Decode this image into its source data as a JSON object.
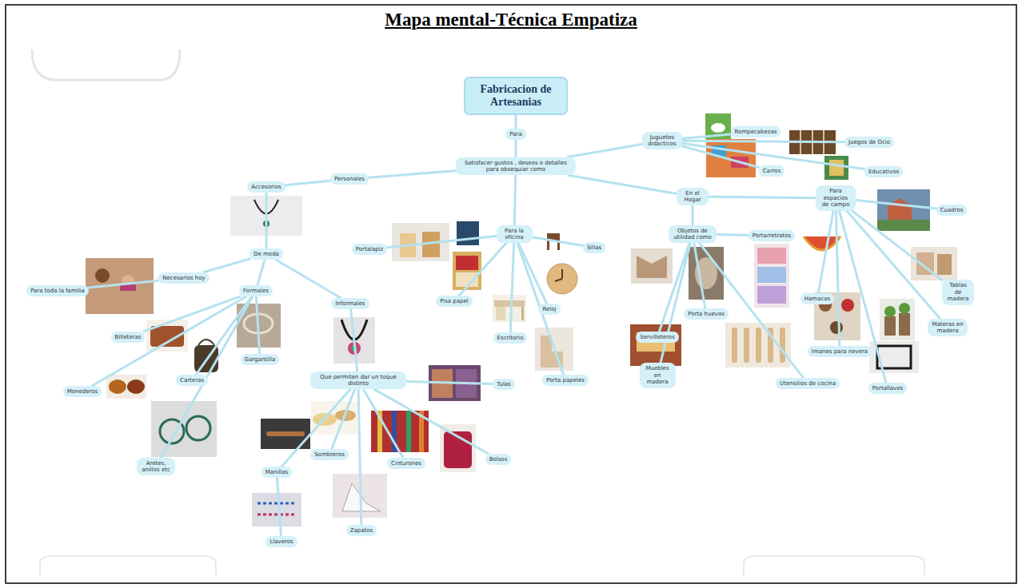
{
  "diagram": {
    "title": "Mapa mental-Técnica Empatiza",
    "nodes": [
      {
        "text": [
          "Fabricacion de Artesanias"
        ]
      },
      {
        "text": [
          "Para"
        ]
      },
      {
        "text": [
          "Satisfacer gustos , deseos o detalles para obsequiar como"
        ]
      },
      {
        "text": [
          "Personales"
        ]
      },
      {
        "text": [
          "Accesorios"
        ]
      },
      {
        "text": [
          "De moda"
        ]
      },
      {
        "text": [
          "Necesarios hoy"
        ]
      },
      {
        "text": [
          "Para toda la familia"
        ]
      },
      {
        "text": [
          "Formales"
        ]
      },
      {
        "text": [
          "Billeteras"
        ]
      },
      {
        "text": [
          "Carteras"
        ]
      },
      {
        "text": [
          "Monederos"
        ]
      },
      {
        "text": [
          "Gargantilla"
        ]
      },
      {
        "text": [
          "Aretes, anillos etc"
        ]
      },
      {
        "text": [
          "Informales"
        ]
      },
      {
        "text": [
          "Que permiten dar un toque distinto"
        ]
      },
      {
        "text": [
          "Tulas"
        ]
      },
      {
        "text": [
          "Bolsos"
        ]
      },
      {
        "text": [
          "Cinturones"
        ]
      },
      {
        "text": [
          "Sombreros"
        ]
      },
      {
        "text": [
          "Manillas"
        ]
      },
      {
        "text": [
          "Llaveros"
        ]
      },
      {
        "text": [
          "Zapatos"
        ]
      },
      {
        "text": [
          "Para la oficina"
        ]
      },
      {
        "text": [
          "Portalapiz"
        ]
      },
      {
        "text": [
          "Pisa papel"
        ]
      },
      {
        "text": [
          "Sillas"
        ]
      },
      {
        "text": [
          "Reloj"
        ]
      },
      {
        "text": [
          "Escritorio"
        ]
      },
      {
        "text": [
          "Porta papeles"
        ]
      },
      {
        "text": [
          "Juguetes didacticos"
        ]
      },
      {
        "text": [
          "Rompecabezas"
        ]
      },
      {
        "text": [
          "Juegos de Ocio"
        ]
      },
      {
        "text": [
          "Carros"
        ]
      },
      {
        "text": [
          "Educativos"
        ]
      },
      {
        "text": [
          "En el Hogar"
        ]
      },
      {
        "text": [
          "Objetos de utilidad como"
        ]
      },
      {
        "text": [
          "Portarretratos"
        ]
      },
      {
        "text": [
          "Servilleteros"
        ]
      },
      {
        "text": [
          "Porta huevos"
        ]
      },
      {
        "text": [
          "Muebles en madera"
        ]
      },
      {
        "text": [
          "Utensilios de cocina"
        ]
      },
      {
        "text": [
          "Para espacios de campo"
        ]
      },
      {
        "text": [
          "Cuadros"
        ]
      },
      {
        "text": [
          "Hamacas"
        ]
      },
      {
        "text": [
          "Tablas de madera"
        ]
      },
      {
        "text": [
          "Imanes para nevera"
        ]
      },
      {
        "text": [
          "Materas en madera"
        ]
      },
      {
        "text": [
          "Portallaves"
        ]
      }
    ],
    "edges": [
      {
        "from": 0,
        "to": 1,
        "arrow": "none"
      },
      {
        "from": 1,
        "to": 2,
        "arrow": "none"
      },
      {
        "from": 2,
        "to": 3,
        "arrow": "none"
      },
      {
        "from": 3,
        "to": 4,
        "arrow": "none"
      },
      {
        "from": 4,
        "to": 5,
        "arrow": "none"
      },
      {
        "from": 5,
        "to": 6,
        "arrow": "none"
      },
      {
        "from": 6,
        "to": 7,
        "arrow": "none"
      },
      {
        "from": 5,
        "to": 8,
        "arrow": "none"
      },
      {
        "from": 8,
        "to": 9,
        "arrow": "none"
      },
      {
        "from": 8,
        "to": 10,
        "arrow": "none"
      },
      {
        "from": 8,
        "to": 11,
        "arrow": "none"
      },
      {
        "from": 8,
        "to": 12,
        "arrow": "none"
      },
      {
        "from": 8,
        "to": 13,
        "arrow": "none"
      },
      {
        "from": 5,
        "to": 14,
        "arrow": "none"
      },
      {
        "from": 14,
        "to": 15,
        "arrow": "none"
      },
      {
        "from": 15,
        "to": 16,
        "arrow": "none"
      },
      {
        "from": 15,
        "to": 17,
        "arrow": "none"
      },
      {
        "from": 15,
        "to": 18,
        "arrow": "none"
      },
      {
        "from": 15,
        "to": 19,
        "arrow": "none"
      },
      {
        "from": 15,
        "to": 20,
        "arrow": "none"
      },
      {
        "from": 20,
        "to": 21,
        "arrow": "none"
      },
      {
        "from": 15,
        "to": 22,
        "arrow": "none"
      },
      {
        "from": 2,
        "to": 23,
        "arrow": "none"
      },
      {
        "from": 23,
        "to": 24,
        "arrow": "none"
      },
      {
        "from": 23,
        "to": 25,
        "arrow": "none"
      },
      {
        "from": 23,
        "to": 26,
        "arrow": "none"
      },
      {
        "from": 23,
        "to": 27,
        "arrow": "none"
      },
      {
        "from": 23,
        "to": 28,
        "arrow": "none"
      },
      {
        "from": 23,
        "to": 29,
        "arrow": "none"
      },
      {
        "from": 2,
        "to": 30,
        "arrow": "none"
      },
      {
        "from": 30,
        "to": 31,
        "arrow": "none"
      },
      {
        "from": 30,
        "to": 32,
        "arrow": "none"
      },
      {
        "from": 30,
        "to": 33,
        "arrow": "none"
      },
      {
        "from": 30,
        "to": 34,
        "arrow": "none"
      },
      {
        "from": 2,
        "to": 35,
        "arrow": "none"
      },
      {
        "from": 35,
        "to": 36,
        "arrow": "none"
      },
      {
        "from": 36,
        "to": 37,
        "arrow": "none"
      },
      {
        "from": 36,
        "to": 38,
        "arrow": "none"
      },
      {
        "from": 36,
        "to": 39,
        "arrow": "none"
      },
      {
        "from": 36,
        "to": 40,
        "arrow": "none"
      },
      {
        "from": 36,
        "to": 41,
        "arrow": "none"
      },
      {
        "from": 35,
        "to": 42,
        "arrow": "none"
      },
      {
        "from": 42,
        "to": 43,
        "arrow": "none"
      },
      {
        "from": 42,
        "to": 44,
        "arrow": "none"
      },
      {
        "from": 42,
        "to": 45,
        "arrow": "none"
      },
      {
        "from": 42,
        "to": 46,
        "arrow": "none"
      },
      {
        "from": 42,
        "to": 47,
        "arrow": "none"
      },
      {
        "from": 42,
        "to": 48,
        "arrow": "none"
      }
    ]
  }
}
